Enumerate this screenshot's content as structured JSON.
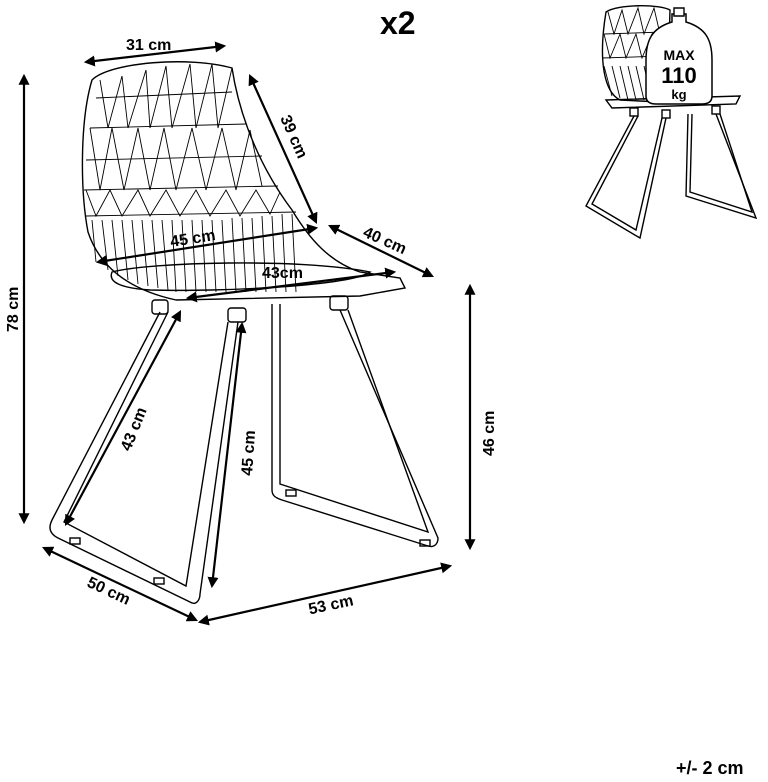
{
  "quantity": "x2",
  "dimensions": {
    "backrest_top_width": "31 cm",
    "backrest_height": "39 cm",
    "seat_width_back": "45 cm",
    "seat_width_front": "43cm",
    "seat_depth": "40 cm",
    "total_height": "78 cm",
    "seat_height": "46 cm",
    "leg_front": "43 cm",
    "leg_back": "45 cm",
    "base_depth": "50 cm",
    "base_width": "53 cm"
  },
  "max_load": {
    "top": "MAX",
    "value": "110",
    "unit": "kg"
  },
  "tolerance": "+/- 2 cm"
}
